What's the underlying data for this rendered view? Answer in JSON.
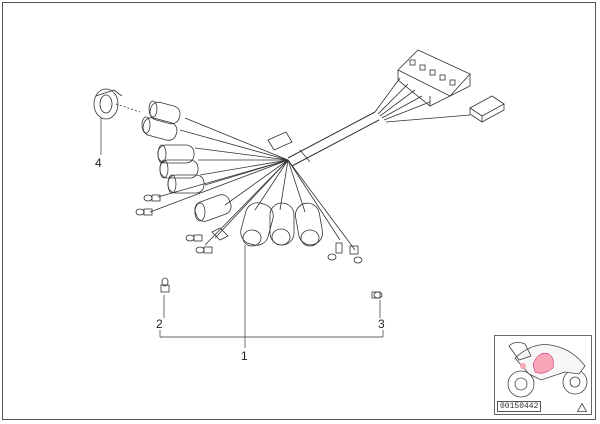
{
  "callouts": {
    "c1": "1",
    "c2": "2",
    "c3": "3",
    "c4": "4"
  },
  "thumbnail": {
    "diagram_id": "00150442"
  },
  "colors": {
    "line": "#333333",
    "highlight": "#f7a7b7",
    "frame": "#555555"
  },
  "icons": [
    "wiring-harness-icon",
    "motorcycle-thumbnail-icon",
    "warning-triangle-icon"
  ]
}
